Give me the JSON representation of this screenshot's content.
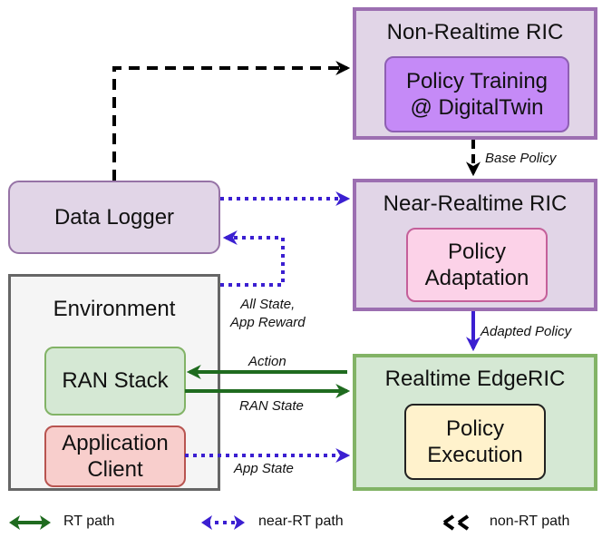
{
  "nodes": {
    "non_rt_ric": {
      "title": "Non-Realtime RIC",
      "inner": "Policy Training\n@ DigitalTwin"
    },
    "near_rt_ric": {
      "title": "Near-Realtime RIC",
      "inner": "Policy\nAdaptation"
    },
    "rt_edgeric": {
      "title": "Realtime EdgeRIC",
      "inner": "Policy\nExecution"
    },
    "data_logger": {
      "label": "Data Logger"
    },
    "environment": {
      "title": "Environment",
      "ran_stack": "RAN Stack",
      "app_client": "Application\nClient"
    }
  },
  "edges": {
    "base_policy": "Base Policy",
    "adapted_policy": "Adapted Policy",
    "all_state": "All State,\nApp Reward",
    "action": "Action",
    "ran_state": "RAN State",
    "app_state": "App State"
  },
  "legend": {
    "rt": "RT path",
    "near_rt": "near-RT path",
    "non_rt": "non-RT path"
  },
  "colors": {
    "rt": "#1f6b1f",
    "near_rt": "#3b1fd1",
    "non_rt": "#000000"
  }
}
